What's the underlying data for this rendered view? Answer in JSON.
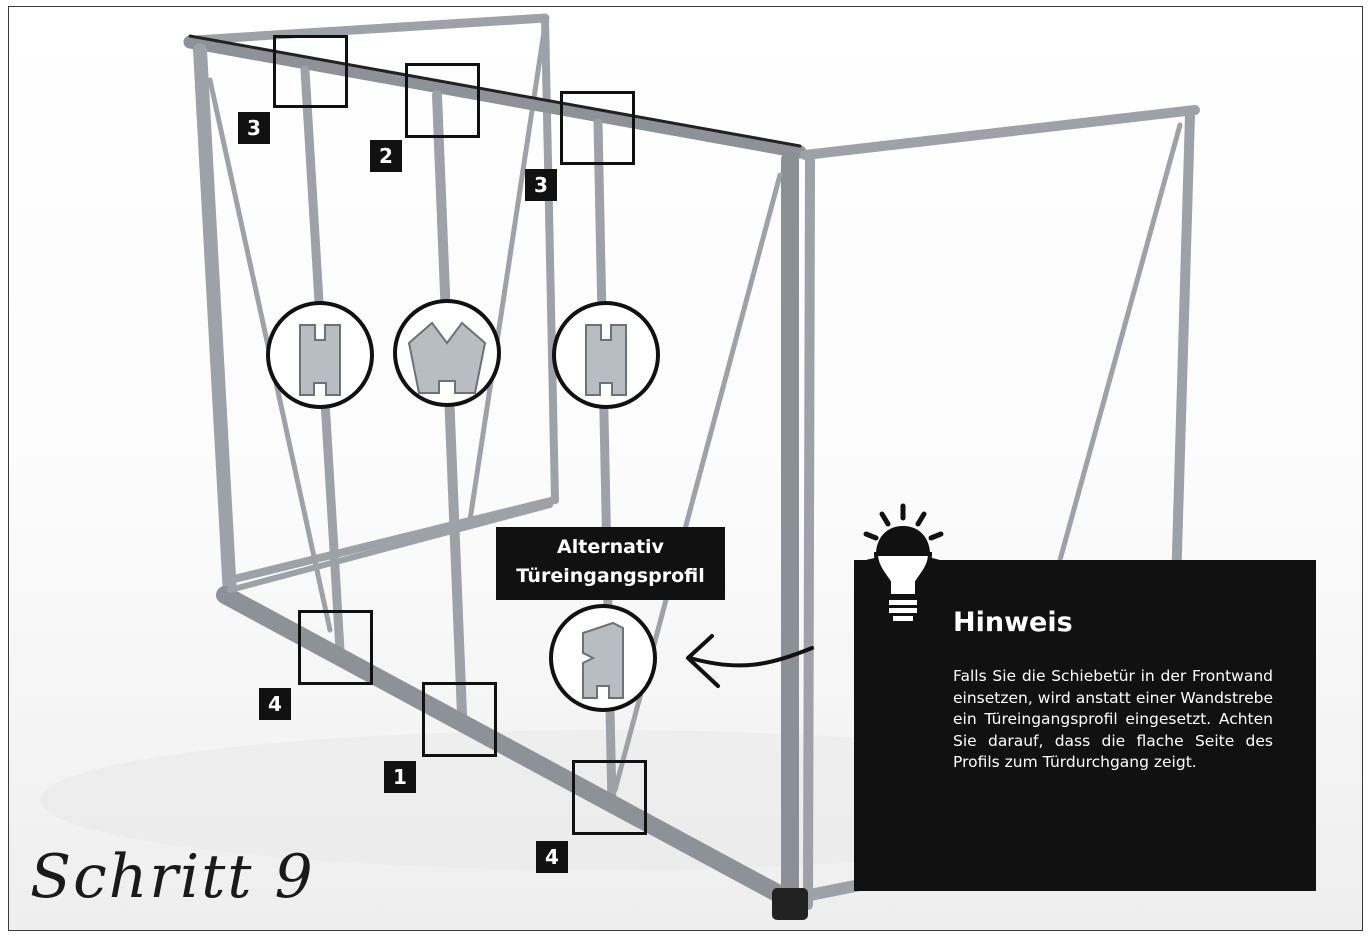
{
  "labels": {
    "top_left": "3",
    "top_mid": "2",
    "top_right": "3",
    "bottom_left": "4",
    "bottom_mid": "1",
    "bottom_right": "4"
  },
  "alternative_label": {
    "line1": "Alternativ",
    "line2": "Türeingangsprofil"
  },
  "hint": {
    "title": "Hinweis",
    "text": "Falls Sie die Schiebetür in der Frontwand einsetzen, wird anstatt einer Wandstrebe ein Türeingangsprofil eingesetzt. Achten Sie darauf, dass die flache Seite des Profils zum Türdurchgang zeigt."
  },
  "step_title": "Schritt 9",
  "icons": [
    "lightbulb-icon",
    "arrow-icon",
    "wall-strut-profile-icon",
    "door-entrance-profile-icon"
  ],
  "colors": {
    "frame": "#9aa0a6",
    "label_bg": "#111111",
    "label_text": "#ffffff"
  }
}
